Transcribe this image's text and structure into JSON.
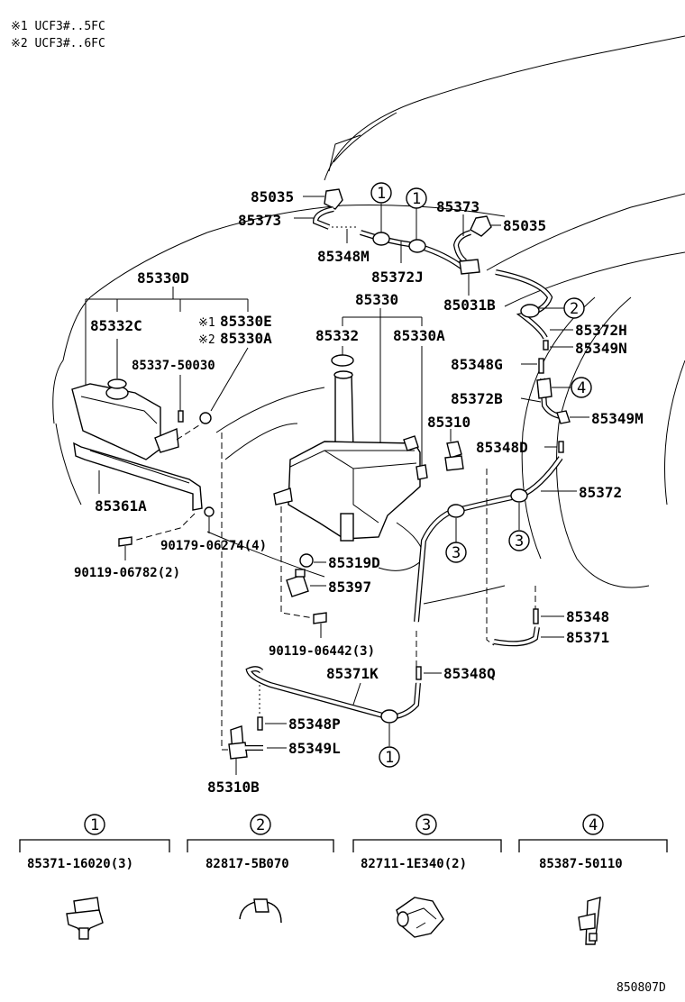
{
  "notes": [
    "※1 UCF3#..5FC",
    "※2 UCF3#..6FC"
  ],
  "labels": {
    "p85035a": "85035",
    "p85373a": "85373",
    "p85348M": "85348M",
    "p85372J": "85372J",
    "p85373b": "85373",
    "p85035b": "85035",
    "p85031B": "85031B",
    "p85330D": "85330D",
    "p85330": "85330",
    "p85332C": "85332C",
    "p85330E": "85330E",
    "p85330A_top": "85330A",
    "p85332": "85332",
    "p85330A": "85330A",
    "p85337": "85337-50030",
    "p85372H": "85372H",
    "p85349N": "85349N",
    "p85348G": "85348G",
    "p85372B": "85372B",
    "p85349M": "85349M",
    "p85310": "85310",
    "p85348D": "85348D",
    "p85372": "85372",
    "p85361A": "85361A",
    "p90179": "90179-06274(4)",
    "p90119a": "90119-06782(2)",
    "p85319D": "85319D",
    "p85397": "85397",
    "p90119b": "90119-06442(3)",
    "p85348": "85348",
    "p85371": "85371",
    "p85371K": "85371K",
    "p85348Q": "85348Q",
    "p85348P": "85348P",
    "p85349L": "85349L",
    "p85310B": "85310B"
  },
  "markers": {
    "m1": "※1",
    "m2": "※2"
  },
  "callouts": {
    "c1": "1",
    "c2": "2",
    "c3": "3",
    "c4": "4"
  },
  "legend": [
    {
      "num": "1",
      "part": "85371-16020(3)"
    },
    {
      "num": "2",
      "part": "82817-5B070"
    },
    {
      "num": "3",
      "part": "82711-1E340(2)"
    },
    {
      "num": "4",
      "part": "85387-50110"
    }
  ],
  "diagram_code": "850807D"
}
